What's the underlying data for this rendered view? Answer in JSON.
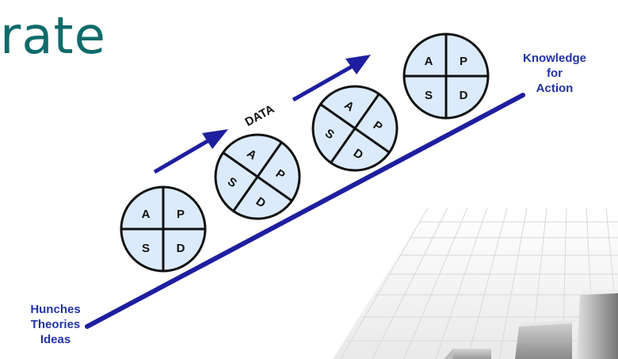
{
  "title": "rate",
  "flow_label": "DATA",
  "start_label": [
    "Hunches",
    "Theories",
    "Ideas"
  ],
  "end_label": [
    "Knowledge",
    "for",
    "Action"
  ],
  "cycle_quadrants": {
    "top_left": "A",
    "top_right": "P",
    "bottom_left": "S",
    "bottom_right": "D"
  },
  "cycle_count": 4,
  "colors": {
    "title": "#0f6b6b",
    "line": "#1e1ea0",
    "circle_fill": "#dcebfb",
    "label": "#2233a6"
  }
}
